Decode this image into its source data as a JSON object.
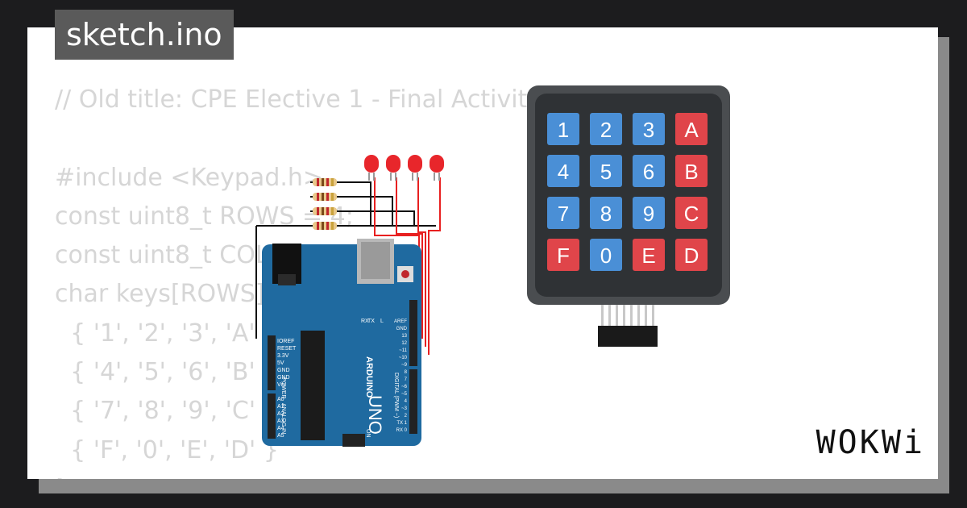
{
  "tab": {
    "filename": "sketch.ino"
  },
  "code_lines": [
    "// Old title: CPE Elective 1 - Final Activity",
    "",
    "#include <Keypad.h>",
    "const uint8_t ROWS = 4;",
    "const uint8_t COLS = 4;",
    "char keys[ROWS][COLS] = {",
    "  { '1', '2', '3', 'A' },",
    "  { '4', '5', '6', 'B' },",
    "  { '7', '8', '9', 'C' },",
    "  { 'F', '0', 'E', 'D' }",
    "};"
  ],
  "keypad": {
    "keys": [
      [
        "1",
        "2",
        "3",
        "A"
      ],
      [
        "4",
        "5",
        "6",
        "B"
      ],
      [
        "7",
        "8",
        "9",
        "C"
      ],
      [
        "F",
        "0",
        "E",
        "D"
      ]
    ],
    "blue": "#4a8fd6",
    "red": "#e0454a"
  },
  "arduino": {
    "brand": "ARDUINO",
    "model": "UNO",
    "power_labels": [
      "IOREF",
      "RESET",
      "3.3V",
      "5V",
      "GND",
      "GND",
      "Vin"
    ],
    "analog_labels": [
      "A0",
      "A1",
      "A2",
      "A3",
      "A4",
      "A5"
    ],
    "digital_labels": [
      "AREF",
      "GND",
      "13",
      "12",
      "~11",
      "~10",
      "~9",
      "8",
      "7",
      "~6",
      "~5",
      "4",
      "~3",
      "2",
      "TX 1",
      "RX 0"
    ],
    "power_title": "POWER",
    "analog_title": "ANALOG IN",
    "digital_title": "DIGITAL (PWM ~)",
    "tx_rx": [
      "TX",
      "RX"
    ],
    "led_l": "L",
    "on_label": "ON",
    "board_color": "#1f6aa0"
  },
  "leds": {
    "count": 4,
    "color": "#e8262b"
  },
  "logo": {
    "text": "WOKWi"
  }
}
